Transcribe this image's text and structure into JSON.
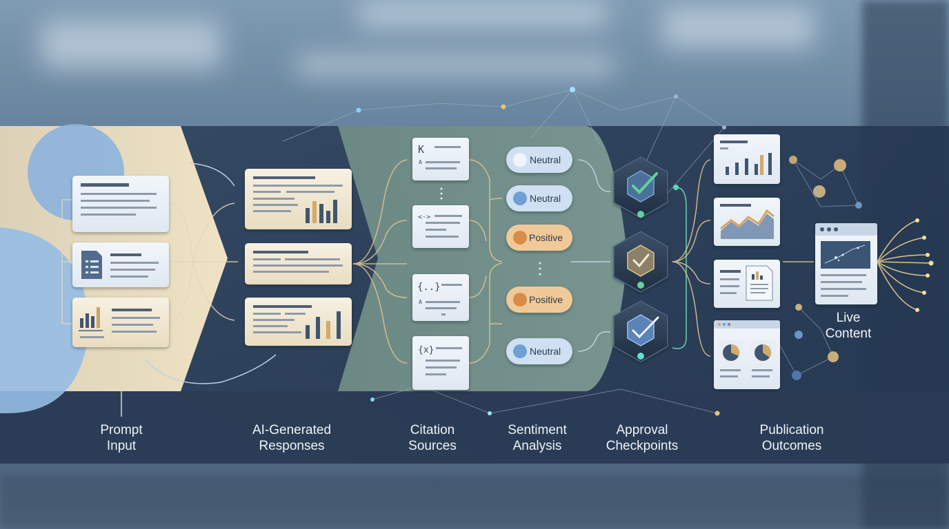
{
  "stages": {
    "prompt_input": {
      "line1": "Prompt",
      "line2": "Input"
    },
    "ai_generated_responses": {
      "line1": "AI-Generated",
      "line2": "Responses"
    },
    "citation_sources": {
      "line1": "Citation",
      "line2": "Sources"
    },
    "sentiment_analysis": {
      "line1": "Sentiment",
      "line2": "Analysis"
    },
    "approval_checkpoints": {
      "line1": "Approval",
      "line2": "Checkpoints"
    },
    "publication_outcomes": {
      "line1": "Publication",
      "line2": "Outcomes"
    }
  },
  "live_content": {
    "line1": "Live",
    "line2": "Content"
  },
  "citation_cards": [
    {
      "glyph": "K",
      "label": "A"
    },
    {
      "glyph": "<·>",
      "label": ""
    },
    {
      "glyph": "{..}",
      "label": "A"
    },
    {
      "glyph": "{x}",
      "label": ""
    }
  ],
  "sentiment_pills": [
    {
      "label": "Neutral",
      "kind": "neutral"
    },
    {
      "label": "Neutral",
      "kind": "neutral"
    },
    {
      "label": "Positive",
      "kind": "positive"
    },
    {
      "label": "Positive",
      "kind": "positive"
    },
    {
      "label": "Neutral",
      "kind": "neutral"
    }
  ],
  "colors": {
    "cream": "#f1e7cf",
    "navy": "#2a3b54",
    "sage": "#7b9790",
    "neutral_pill": "#cfe0f3",
    "neutral_dot": "#6f9fd6",
    "positive_pill": "#f0c999",
    "positive_dot": "#d98c46",
    "check_green": "#62d39a"
  },
  "icons": [
    "document-icon",
    "bar-chart-icon",
    "check-shield-icon",
    "browser-window-icon",
    "pie-chart-icon",
    "area-chart-icon"
  ]
}
